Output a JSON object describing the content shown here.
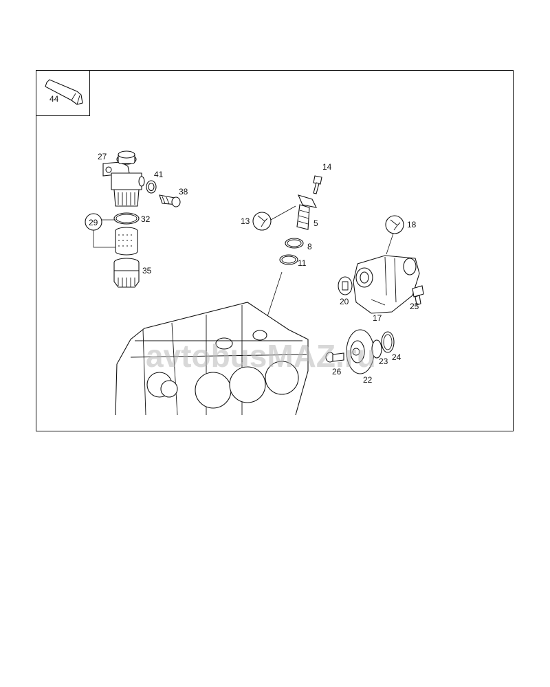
{
  "diagram": {
    "inset_label": "44",
    "callouts": {
      "c27": "27",
      "c41": "41",
      "c38": "38",
      "c29": "29",
      "c32": "32",
      "c35": "35",
      "c14": "14",
      "c13": "13",
      "c5": "5",
      "c8": "8",
      "c11": "11",
      "c18": "18",
      "c20": "20",
      "c17": "17",
      "c25": "25",
      "c26": "26",
      "c22": "22",
      "c23": "23",
      "c24": "24"
    },
    "watermark": "avtobusMAZ.ru"
  }
}
